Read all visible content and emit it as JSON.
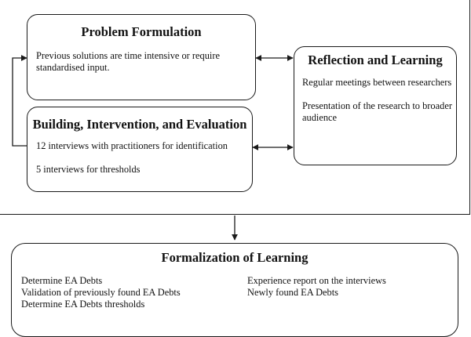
{
  "problem_formulation": {
    "title": "Problem Formulation",
    "text": "Previous solutions are time intensive or require standardised input."
  },
  "building": {
    "title": "Building, Intervention, and Evaluation",
    "items": [
      "12 interviews with practitioners for identification",
      "5 interviews for thresholds"
    ]
  },
  "reflection": {
    "title": "Reflection and Learning",
    "items": [
      "Regular meetings between researchers",
      "Presentation of the research to broader audience"
    ]
  },
  "formalization": {
    "title": "Formalization of Learning",
    "left_items": [
      "Determine EA Debts",
      "Validation of previously found EA Debts",
      "Determine EA Debts thresholds"
    ],
    "right_items": [
      "Experience report on the interviews",
      "Newly found EA Debts"
    ]
  }
}
